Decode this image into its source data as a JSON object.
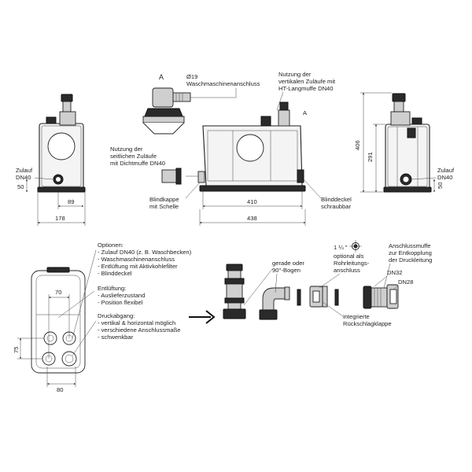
{
  "labels": {
    "view_a": "A",
    "diameter": "Ø19",
    "washing_machine_connection": "Waschmaschinenanschluss",
    "vertical_inlets_line1": "Nutzung der",
    "vertical_inlets_line2": "vertikalen Zuläufe mit",
    "vertical_inlets_line3": "HT-Langmuffe DN40",
    "arrow_a": "A",
    "side_inlets_line1": "Nutzung der",
    "side_inlets_line2": "seitlichen Zuläufe",
    "side_inlets_line3": "mit Dichtmuffe DN40",
    "blind_cap_line1": "Blindkappe",
    "blind_cap_line2": "mit Schelle",
    "blind_lid_line1": "Blinddeckel",
    "blind_lid_line2": "schraubbar",
    "inlet_left_line1": "Zulauf",
    "inlet_left_line2": "DN40",
    "inlet_right_line1": "Zulauf",
    "inlet_right_line2": "DN40",
    "straight_or_bend_line1": "gerade oder",
    "straight_or_bend_line2": "90°-Bogen",
    "pipe_connection_fraction": "1 ¼ \"",
    "optional_line1": "optional als",
    "optional_line2": "Rohrleitungs-",
    "optional_line3": "anschluss",
    "check_valve_line1": "integrierte",
    "check_valve_line2": "Rückschlagklappe",
    "coupling_line1": "Anschlussmuffe",
    "coupling_line2": "zur Entkopplung",
    "coupling_line3": "der Druckleitung",
    "dn32": "DN32",
    "dn28": "DN28"
  },
  "dimensions": {
    "d50_left": "50",
    "d89": "89",
    "d178": "178",
    "d410": "410",
    "d438": "438",
    "d406": "406",
    "d291": "291",
    "d50_right": "50",
    "d70": "70",
    "d75": "75",
    "d80": "80"
  },
  "options": {
    "title": "Optionen:",
    "items": [
      "- Zulauf DN40 (z. B. Waschbecken)",
      "- Waschmaschinenanschluss",
      "- Entlüftung mit Aktivkohlefilter",
      "- Blinddeckel"
    ]
  },
  "venting": {
    "title": "Entlüftung:",
    "items": [
      "- Auslieferzustand",
      "- Position flexibel"
    ]
  },
  "pressure_outlet": {
    "title": "Druckabgang:",
    "items": [
      "- vertikal & horizontal möglich",
      "- verschiedene Anschlussmaße",
      "- schwenkbar"
    ]
  }
}
